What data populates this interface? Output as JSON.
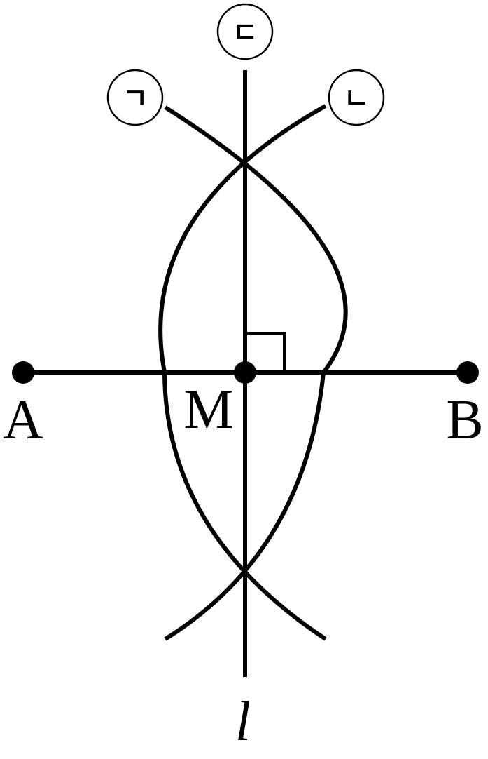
{
  "points": {
    "A": "A",
    "B": "B",
    "M": "M"
  },
  "line_label": "l",
  "step_markers": {
    "first": "ㄱ",
    "second": "ㄴ",
    "third": "ㄷ"
  }
}
